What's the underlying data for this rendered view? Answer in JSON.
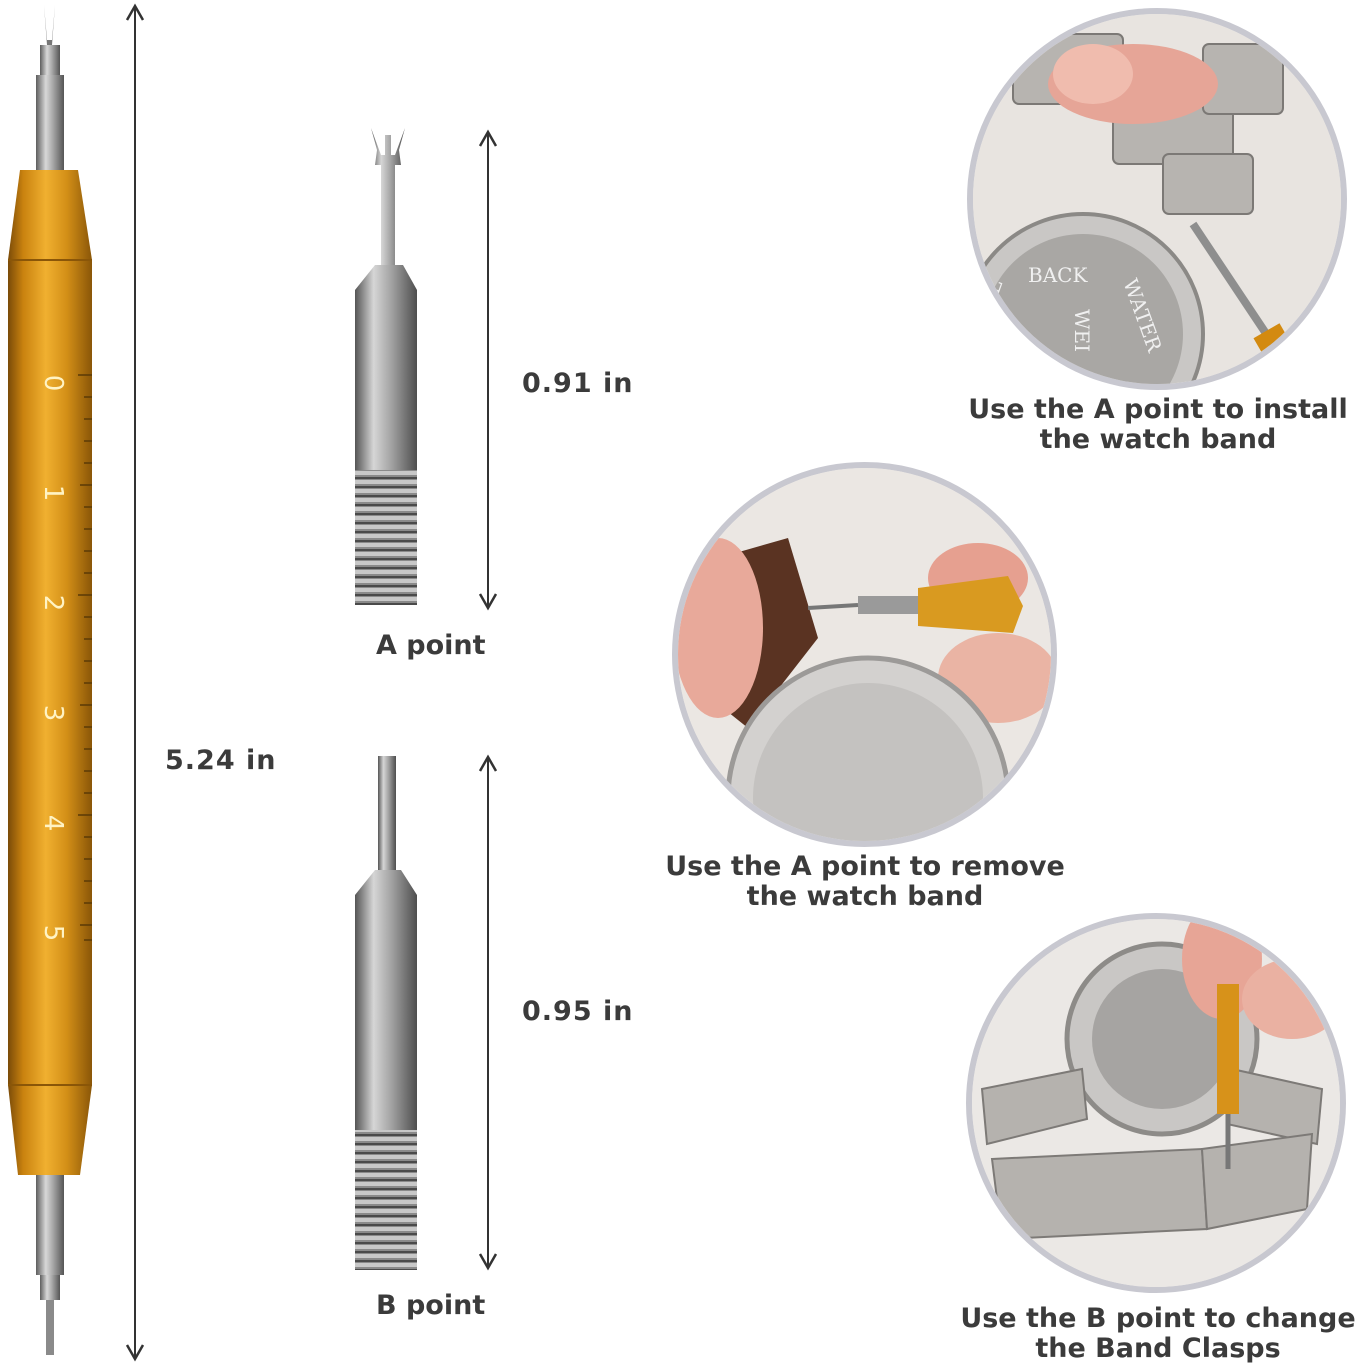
{
  "tool": {
    "ruler_numbers": [
      "0",
      "1",
      "2",
      "3",
      "4",
      "5"
    ],
    "colors": {
      "body": "#d4901a",
      "body_dark": "#8a5a0c",
      "steel": "#9a9a9a"
    }
  },
  "measurements": {
    "total_length": "5.24 in",
    "a_point_length": "0.91 in",
    "b_point_length": "0.95 in"
  },
  "points": {
    "a_label": "A point",
    "b_label": "B point"
  },
  "captions": {
    "install": [
      "Use the A point to install",
      "the watch band"
    ],
    "remove": [
      "Use the A point to remove",
      "the watch band"
    ],
    "clasps": [
      "Use the B point to change",
      "the Band Clasps"
    ]
  },
  "watch_text": [
    "BACK",
    "WATER",
    "WEI",
    "EL"
  ]
}
